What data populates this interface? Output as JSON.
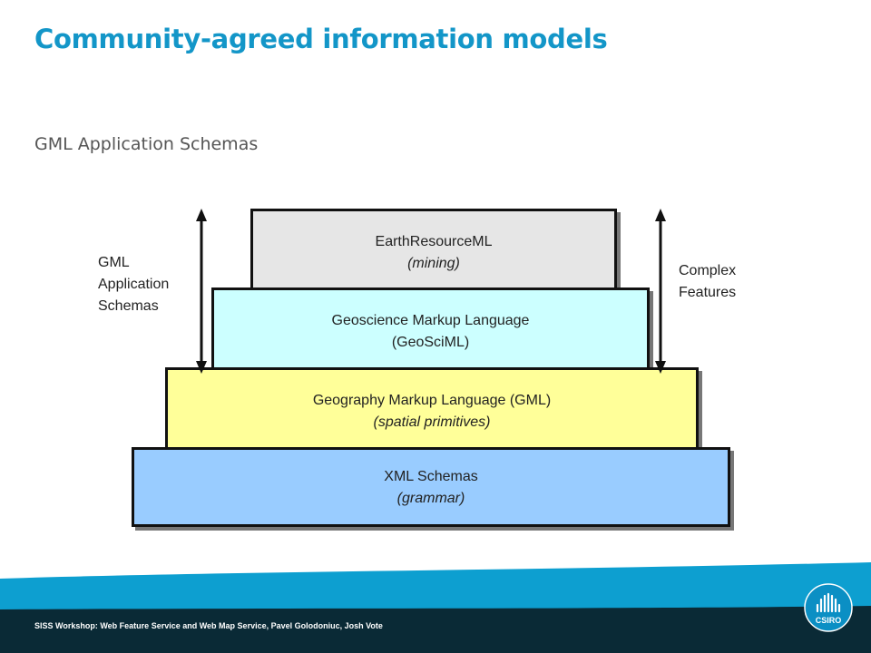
{
  "slide": {
    "title": "Community-agreed information models",
    "subtitle": "GML Application Schemas"
  },
  "diagram": {
    "layers": [
      {
        "label": "EarthResourceML",
        "sub": "(mining)",
        "color": "#e6e6e6"
      },
      {
        "label": "Geoscience Markup Language",
        "sub": "(GeoSciML)",
        "color": "#ccffff"
      },
      {
        "label": "Geography Markup Language (GML)",
        "sub": "(spatial primitives)",
        "color": "#ffff99"
      },
      {
        "label": "XML Schemas",
        "sub": "(grammar)",
        "color": "#99ccff"
      }
    ],
    "left_label": [
      "GML",
      "Application",
      "Schemas"
    ],
    "right_label": [
      "Complex",
      "Features"
    ]
  },
  "footer": {
    "text": "SISS Workshop: Web Feature Service and Web Map Service, Pavel Golodoniuc, Josh Vote",
    "logo_text": "CSIRO",
    "colors": {
      "band": "#0d9fd0",
      "dark": "#0a2a36",
      "logo": "#0b8fc4"
    }
  }
}
